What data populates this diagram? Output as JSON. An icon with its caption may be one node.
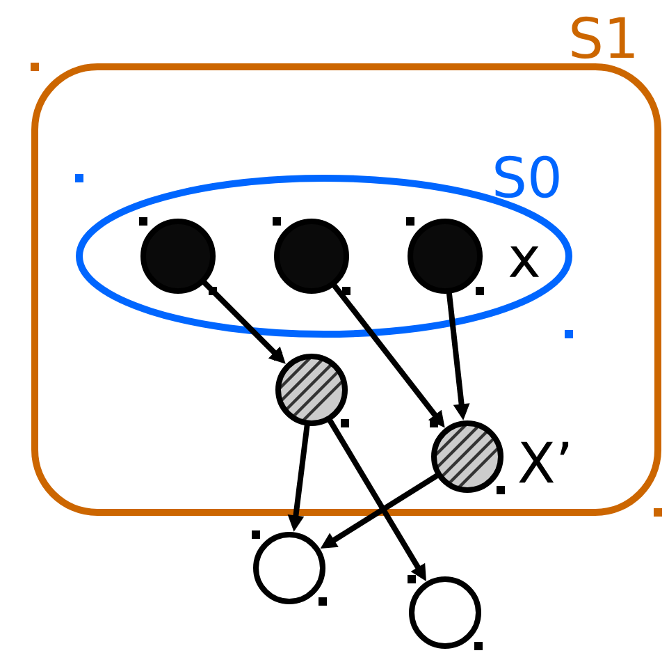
{
  "diagram": {
    "nodes": [
      {
        "text": [
          "S1"
        ]
      },
      {
        "text": [
          "S0"
        ],
        "in": 0
      },
      {
        "text": [],
        "shape": "circle",
        "in": 1
      },
      {
        "text": [],
        "shape": "circle",
        "in": 1
      },
      {
        "text": [],
        "shape": "circle",
        "in": 1,
        "beside": [
          "x"
        ]
      },
      {
        "text": [],
        "shape": "circle",
        "in": 0
      },
      {
        "text": [],
        "shape": "circle",
        "in": 0,
        "beside": [
          "X’"
        ]
      },
      {
        "text": [],
        "shape": "circle"
      },
      {
        "text": [],
        "shape": "circle"
      }
    ],
    "edges": [
      {
        "from": 2,
        "to": 5,
        "arrow": "to"
      },
      {
        "from": 3,
        "to": 6,
        "arrow": "to"
      },
      {
        "from": 4,
        "to": 6,
        "arrow": "to"
      },
      {
        "from": 5,
        "to": 7,
        "arrow": "to"
      },
      {
        "from": 5,
        "to": 8,
        "arrow": "to"
      },
      {
        "from": 6,
        "to": 7,
        "arrow": "to"
      }
    ]
  }
}
